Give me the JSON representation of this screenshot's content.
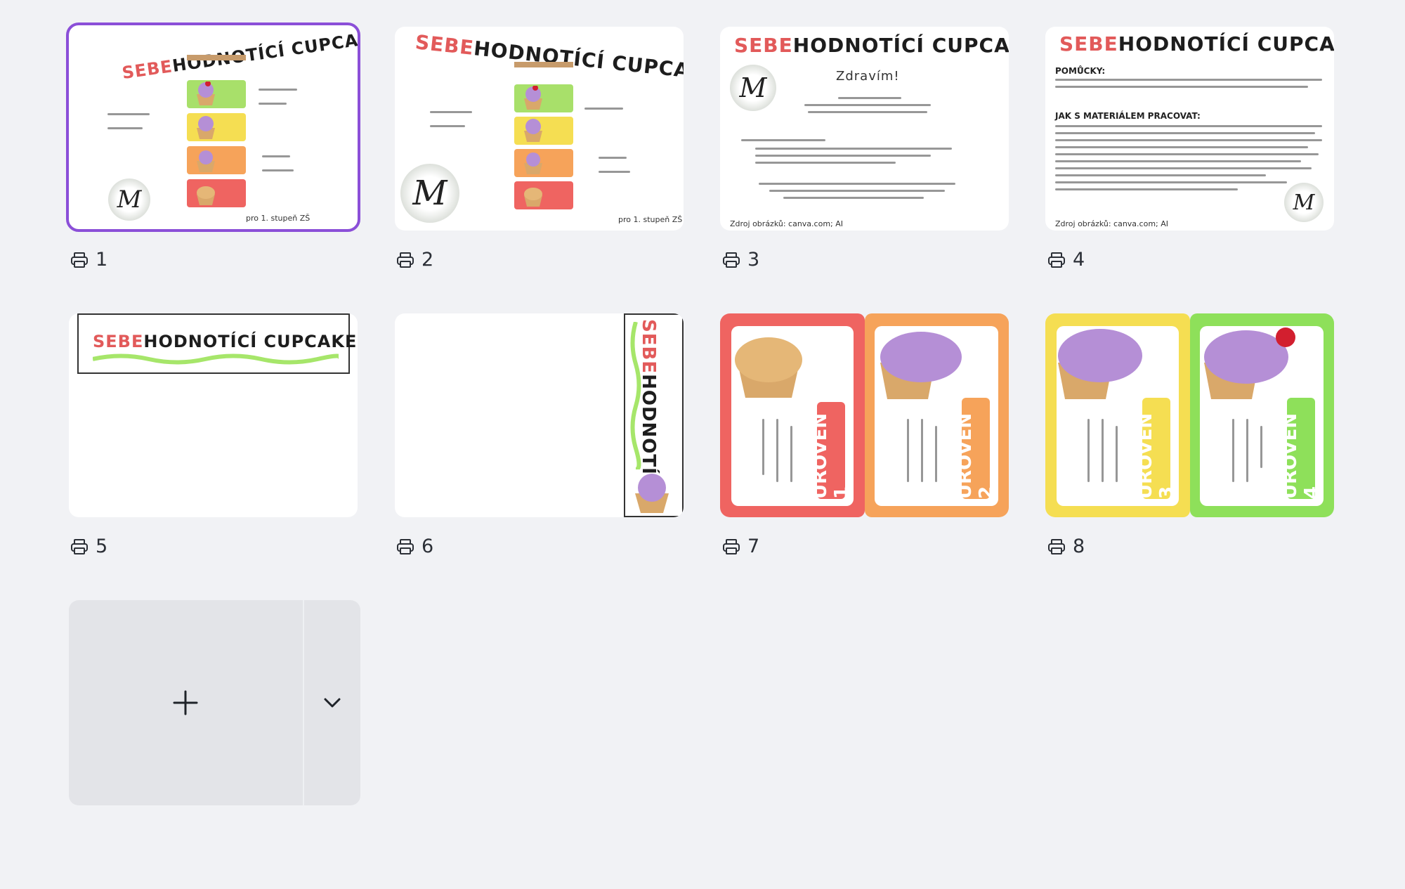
{
  "pages": [
    {
      "number": "1",
      "title": {
        "sebe": "SEBE",
        "rest": "HODNOTÍCÍ CUPCAKE"
      },
      "footer": "pro 1. stupeň ZŠ"
    },
    {
      "number": "2",
      "title": {
        "sebe": "SEBE",
        "rest": "HODNOTÍCÍ CUPCAKE"
      },
      "footer": "pro 1. stupeň ZŠ"
    },
    {
      "number": "3",
      "title": {
        "sebe": "SEBE",
        "rest": "HODNOTÍCÍ CUPCAKE"
      },
      "greeting": "Zdravím!",
      "footer": "Zdroj obrázků: canva.com; AI"
    },
    {
      "number": "4",
      "title": {
        "sebe": "SEBE",
        "rest": "HODNOTÍCÍ CUPCAKE"
      },
      "heading1": "POMŮCKY:",
      "heading2": "JAK S MATERIÁLEM PRACOVAT:",
      "footer": "Zdroj obrázků: canva.com; AI"
    },
    {
      "number": "5",
      "title": {
        "sebe": "SEBE",
        "rest": "HODNOTÍCÍ CUPCAKE"
      }
    },
    {
      "number": "6",
      "title": {
        "sebe": "SEBE",
        "rest": "HODNOTÍCÍ"
      }
    },
    {
      "number": "7",
      "levels": [
        "ÚROVEŇ 1",
        "ÚROVEŇ 2"
      ]
    },
    {
      "number": "8",
      "levels": [
        "ÚROVEŇ 3",
        "ÚROVEŇ 4"
      ]
    }
  ],
  "add_page": {
    "plus_icon": "plus-icon",
    "more_icon": "chevron-down-icon"
  },
  "colors": {
    "selected": "#8b4fd8",
    "level1": "#ef6461",
    "level2": "#f6a35a",
    "level3": "#f5de52",
    "level4": "#8ee05a"
  },
  "icons": {
    "print": "printer-icon"
  }
}
